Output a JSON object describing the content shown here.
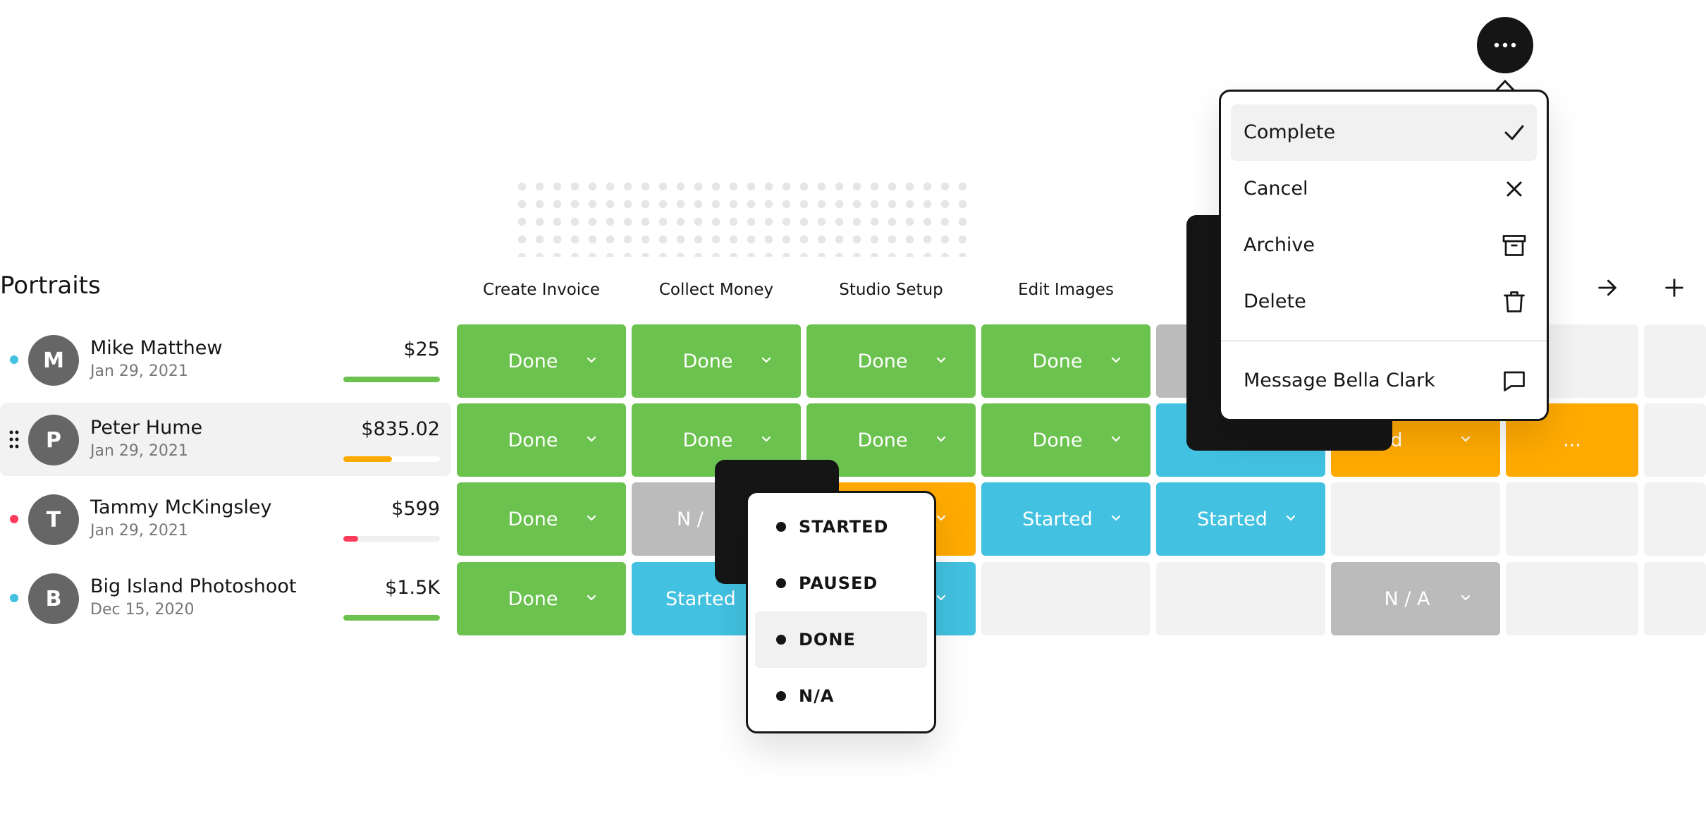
{
  "board": {
    "group_title": "Portraits",
    "columns": [
      "Create Invoice",
      "Collect Money",
      "Studio Setup",
      "Edit Images"
    ],
    "nav": {
      "next_icon": "arrow-right-icon",
      "add_icon": "plus-icon"
    }
  },
  "rows": [
    {
      "initial": "M",
      "name": "Mike Matthew",
      "date": "Jan 29, 2021",
      "amount": "$25",
      "progress": 1.0,
      "dot_color": "#42c1e0"
    },
    {
      "initial": "P",
      "name": "Peter Hume",
      "date": "Jan 29, 2021",
      "amount": "$835.02",
      "progress": 0.5,
      "dot_color": null
    },
    {
      "initial": "T",
      "name": "Tammy McKingsley",
      "date": "Jan 29, 2021",
      "amount": "$599",
      "progress": 0.15,
      "dot_color": "#ff3b5c"
    },
    {
      "initial": "B",
      "name": "Big Island Photoshoot",
      "date": "Dec 15, 2020",
      "amount": "$1.5K",
      "progress": 1.0,
      "dot_color": "#42c1e0"
    }
  ],
  "cells": {
    "done": "Done",
    "started": "Started",
    "na_short": "N /",
    "na": "N / A",
    "partial_d": "d",
    "ellipsis": "..."
  },
  "status_menu": {
    "options": [
      "STARTED",
      "PAUSED",
      "DONE",
      "N/A"
    ],
    "selected": "DONE"
  },
  "more_menu": {
    "items": [
      {
        "label": "Complete",
        "icon": "check-icon"
      },
      {
        "label": "Cancel",
        "icon": "close-icon"
      },
      {
        "label": "Archive",
        "icon": "archive-icon"
      },
      {
        "label": "Delete",
        "icon": "trash-icon"
      },
      {
        "label": "Message Bella Clark",
        "icon": "message-icon"
      }
    ],
    "selected": "Complete"
  },
  "colors": {
    "done": "#6cc24f",
    "started": "#42c1e0",
    "na": "#bbbbbb",
    "paused": "#ffaa00",
    "empty": "#f2f2f2",
    "progress_full": "#6cc24f",
    "progress_half": "#ffaa00",
    "progress_low": "#ff3b5c"
  }
}
